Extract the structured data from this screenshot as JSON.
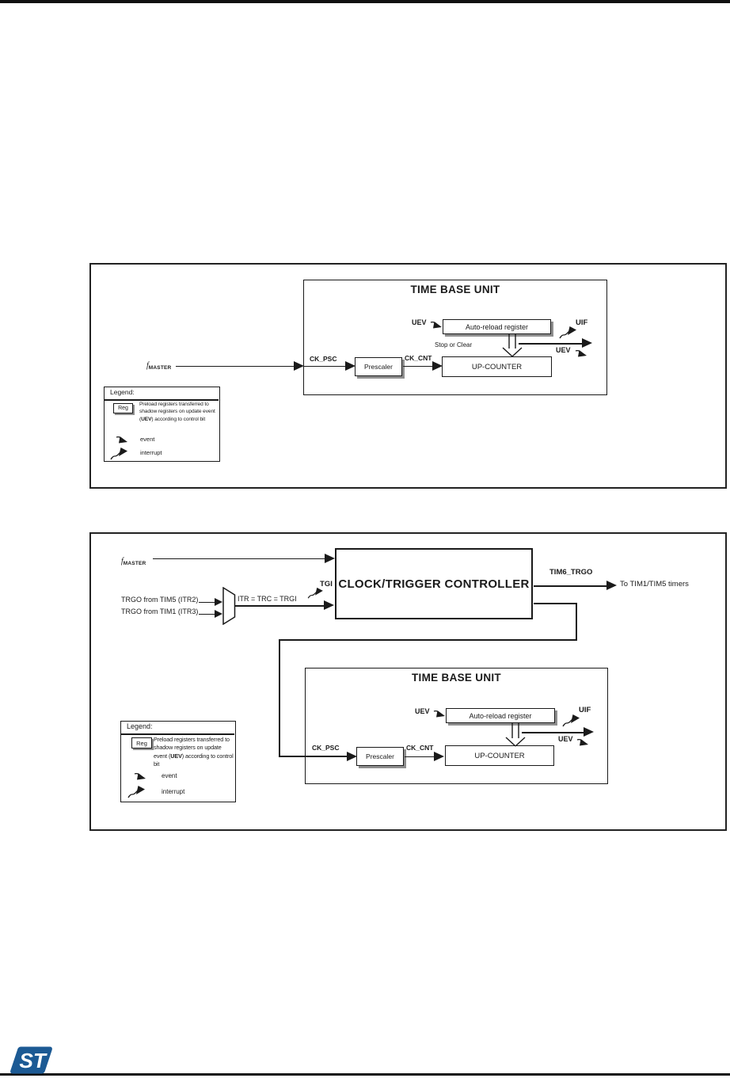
{
  "page": {
    "background": "#ffffff",
    "ink": "#1a1a1a",
    "rule_color": "#111111",
    "shadow_gray": "#8e8e8e",
    "st_logo_blue": "#1c5a94",
    "st_logo_text": "ST"
  },
  "legend": {
    "title": "Legend:",
    "reg_label": "Reg",
    "desc_pre": "Preload registers transferred to shadow registers on update event (",
    "desc_bold": "UEV",
    "desc_post": ") according to control bit",
    "event_label": "event",
    "interrupt_label": "interrupt"
  },
  "figure1": {
    "title": "TIME BASE UNIT",
    "fmaster_f": "f",
    "fmaster_sub": "MASTER",
    "ck_psc": "CK_PSC",
    "prescaler": "Prescaler",
    "ck_cnt": "CK_CNT",
    "up_counter": "UP-COUNTER",
    "auto_reload": "Auto-reload register",
    "uev_left": "UEV",
    "uif": "UIF",
    "stop_or_clear": "Stop or Clear",
    "uev_right": "UEV"
  },
  "figure2": {
    "controller": "CLOCK/TRIGGER CONTROLLER",
    "fmaster_f": "f",
    "fmaster_sub": "MASTER",
    "trgo_tim5": "TRGO from TIM5 (ITR2)",
    "trgo_tim1": "TRGO from TIM1 (ITR3)",
    "itr_eq": "ITR = TRC = TRGI",
    "tgi": "TGI",
    "tim6_trgo": "TIM6_TRGO",
    "to_timers": "To TIM1/TIM5 timers",
    "title": "TIME BASE UNIT",
    "ck_psc": "CK_PSC",
    "prescaler": "Prescaler",
    "ck_cnt": "CK_CNT",
    "up_counter": "UP-COUNTER",
    "auto_reload": "Auto-reload register",
    "uev_left": "UEV",
    "uif": "UIF",
    "uev_right": "UEV"
  }
}
